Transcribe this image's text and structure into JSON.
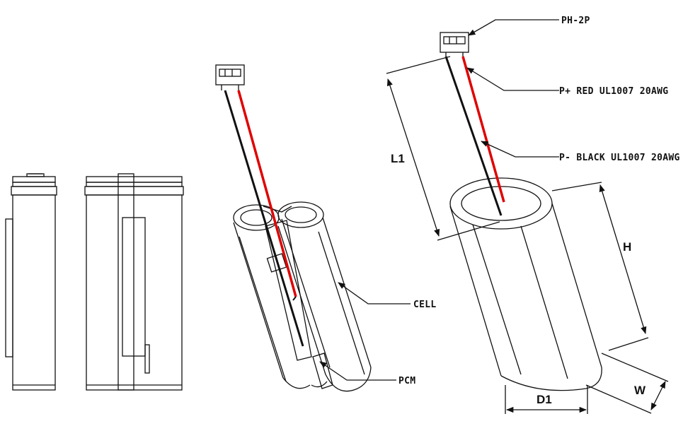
{
  "labels": {
    "connector": "PH-2P",
    "pos_wire": "P+ RED UL1007 20AWG",
    "neg_wire": "P- BLACK UL1007 20AWG",
    "cell": "CELL",
    "pcm": "PCM"
  },
  "dimensions": {
    "l1": "L1",
    "h": "H",
    "d1": "D1",
    "w": "W"
  },
  "colors": {
    "line": "#111111",
    "red_wire": "#e00000",
    "black_wire": "#111111"
  }
}
